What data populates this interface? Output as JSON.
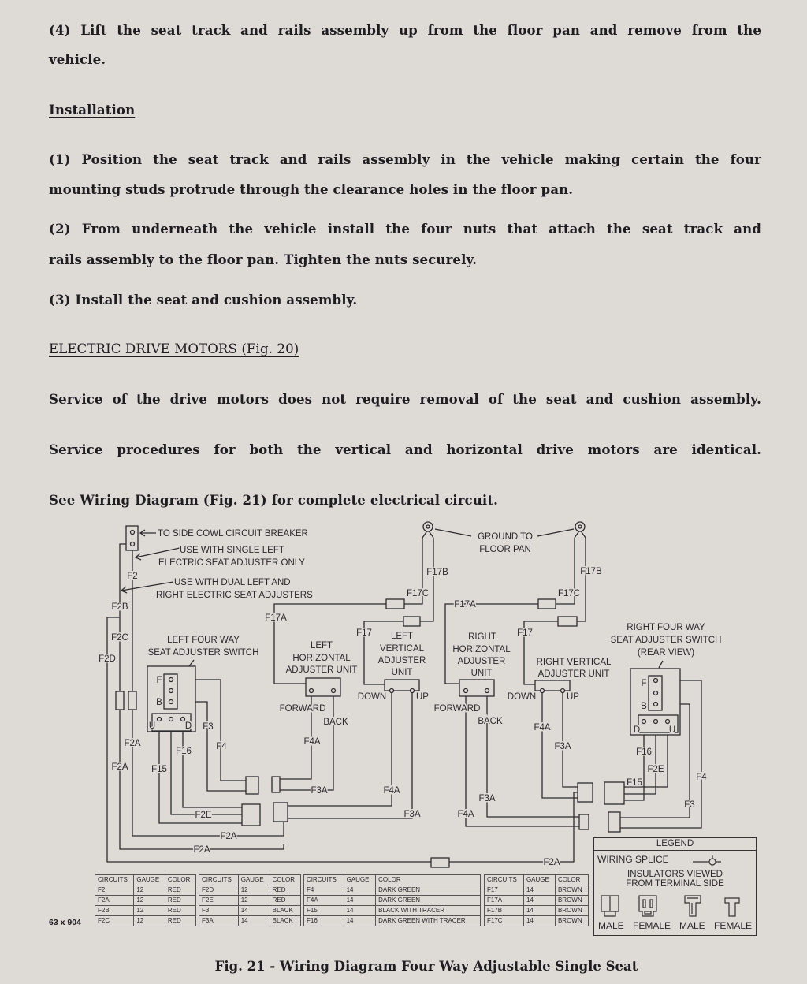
{
  "body": {
    "p4": [
      "(4)  Lift the seat track and rails assembly up from the floor pan and remove from the",
      "vehicle."
    ],
    "installation_heading": "Installation",
    "p1": [
      "(1)  Position the seat track and rails assembly in the vehicle making certain the four",
      "mounting studs protrude through the clearance holes in the floor pan."
    ],
    "p2": [
      "(2)  From underneath the vehicle install the four nuts that attach the seat track and",
      "rails assembly to the floor pan.  Tighten the nuts securely."
    ],
    "p3": "(3)  Install the seat and cushion assembly.",
    "section_heading": "ELECTRIC DRIVE MOTORS (Fig. 20)",
    "s1": "Service of the drive motors does not require removal of the seat and cushion assembly.",
    "s2": "Service procedures for both the vertical and horizontal drive motors are identical.",
    "s3": "See Wiring Diagram (Fig. 21) for complete electrical circuit."
  },
  "diagram": {
    "callouts": {
      "breaker": "TO SIDE COWL CIRCUIT BREAKER",
      "single_1": "USE WITH SINGLE LEFT",
      "single_2": "ELECTRIC SEAT ADJUSTER ONLY",
      "dual_1": "USE WITH DUAL LEFT AND",
      "dual_2": "RIGHT ELECTRIC SEAT ADJUSTERS",
      "ground_1": "GROUND TO",
      "ground_2": "FLOOR PAN"
    },
    "components": {
      "left_switch_1": "LEFT FOUR WAY",
      "left_switch_2": "SEAT ADJUSTER SWITCH",
      "left_horiz_1": "LEFT",
      "left_horiz_2": "HORIZONTAL",
      "left_horiz_3": "ADJUSTER UNIT",
      "left_vert_1": "LEFT",
      "left_vert_2": "VERTICAL",
      "left_vert_3": "ADJUSTER",
      "left_vert_4": "UNIT",
      "right_horiz_1": "RIGHT",
      "right_horiz_2": "HORIZONTAL",
      "right_horiz_3": "ADJUSTER",
      "right_horiz_4": "UNIT",
      "right_vert_1": "RIGHT  VERTICAL",
      "right_vert_2": "ADJUSTER UNIT",
      "right_switch_1": "RIGHT FOUR WAY",
      "right_switch_2": "SEAT ADJUSTER SWITCH",
      "right_switch_3": "(REAR VIEW)"
    },
    "terminals": {
      "f": "F",
      "b": "B",
      "u": "U",
      "d": "D",
      "forward": "FORWARD",
      "back": "BACK",
      "down": "DOWN",
      "up": "UP"
    },
    "wire_labels": [
      "F2",
      "F2B",
      "F2C",
      "F2D",
      "F2A",
      "F2A",
      "F2A",
      "F2A",
      "F3",
      "F4",
      "F16",
      "F15",
      "F2E",
      "F4A",
      "F3A",
      "F17A",
      "F17",
      "F17B",
      "F17C",
      "F4A",
      "F3A",
      "F17B",
      "F17C",
      "F17A",
      "F17",
      "F4A",
      "F3A",
      "F4A",
      "F3A",
      "F16",
      "F2E",
      "F15",
      "F4",
      "F3",
      "F2A"
    ]
  },
  "tables": [
    {
      "headers": [
        "CIRCUITS",
        "GAUGE",
        "COLOR"
      ],
      "rows": [
        [
          "F2",
          "12",
          "RED"
        ],
        [
          "F2A",
          "12",
          "RED"
        ],
        [
          "F2B",
          "12",
          "RED"
        ],
        [
          "F2C",
          "12",
          "RED"
        ]
      ]
    },
    {
      "headers": [
        "CIRCUITS",
        "GAUGE",
        "COLOR"
      ],
      "rows": [
        [
          "F2D",
          "12",
          "RED"
        ],
        [
          "F2E",
          "12",
          "RED"
        ],
        [
          "F3",
          "14",
          "BLACK"
        ],
        [
          "F3A",
          "14",
          "BLACK"
        ]
      ]
    },
    {
      "headers": [
        "CIRCUITS",
        "GAUGE",
        "COLOR"
      ],
      "rows": [
        [
          "F4",
          "14",
          "DARK GREEN"
        ],
        [
          "F4A",
          "14",
          "DARK GREEN"
        ],
        [
          "F15",
          "14",
          "BLACK WITH TRACER"
        ],
        [
          "F16",
          "14",
          "DARK GREEN WITH TRACER"
        ]
      ]
    },
    {
      "headers": [
        "CIRCUITS",
        "GAUGE",
        "COLOR"
      ],
      "rows": [
        [
          "F17",
          "14",
          "BROWN"
        ],
        [
          "F17A",
          "14",
          "BROWN"
        ],
        [
          "F17B",
          "14",
          "BROWN"
        ],
        [
          "F17C",
          "14",
          "BROWN"
        ]
      ]
    }
  ],
  "legend": {
    "title": "LEGEND",
    "splice": "WIRING SPLICE",
    "insulators_1": "INSULATORS VIEWED",
    "insulators_2": "FROM TERMINAL SIDE",
    "types": [
      "MALE",
      "FEMALE",
      "MALE",
      "FEMALE"
    ]
  },
  "figure_code": "63 x 904",
  "caption": "Fig. 21 - Wiring Diagram Four Way Adjustable Single Seat"
}
